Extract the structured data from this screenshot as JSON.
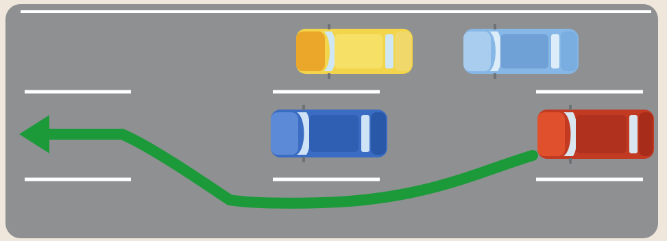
{
  "diagram": {
    "road": {
      "surface_color": "#8e9092",
      "edge_color": "#ffffff",
      "lane_marking_color": "#ffffff",
      "frame_color": "#efe6dc"
    },
    "path": {
      "color": "#1c9a3a",
      "direction": "left",
      "description_icon": "arrow-left-icon"
    },
    "cars": [
      {
        "id": "yellow",
        "color": "#f2d54a",
        "lane": "top",
        "facing": "left"
      },
      {
        "id": "light-blue",
        "color": "#86b7e6",
        "lane": "top",
        "facing": "left"
      },
      {
        "id": "blue",
        "color": "#3a6cc4",
        "lane": "middle",
        "facing": "left"
      },
      {
        "id": "red",
        "color": "#c23a22",
        "lane": "middle",
        "facing": "left"
      }
    ]
  }
}
